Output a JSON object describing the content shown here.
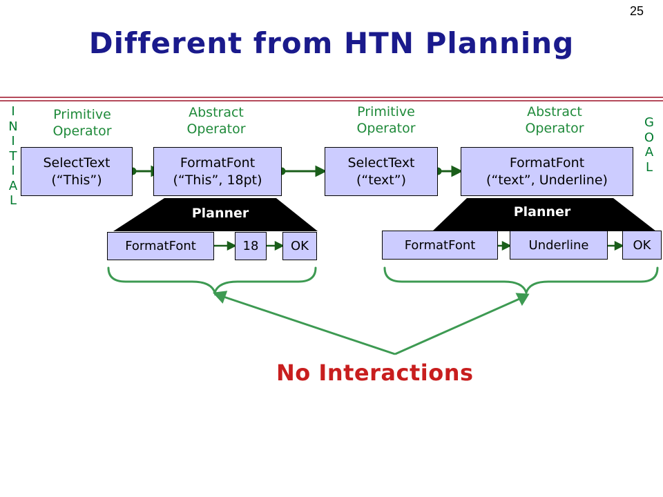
{
  "page_number": "25",
  "title": "Different from HTN Planning",
  "initial_letters": [
    "I",
    "N",
    "I",
    "T",
    "I",
    "A",
    "L"
  ],
  "goal_letters": [
    "G",
    "O",
    "A",
    "L"
  ],
  "labels": [
    {
      "line1": "Primitive",
      "line2": "Operator"
    },
    {
      "line1": "Abstract",
      "line2": "Operator"
    },
    {
      "line1": "Primitive",
      "line2": "Operator"
    },
    {
      "line1": "Abstract",
      "line2": "Operator"
    }
  ],
  "operators": [
    {
      "line1": "SelectText",
      "line2": "(“This”)"
    },
    {
      "line1": "FormatFont",
      "line2": "(“This”, 18pt)"
    },
    {
      "line1": "SelectText",
      "line2": "(“text”)"
    },
    {
      "line1": "FormatFont",
      "line2": "(“text”, Underline)"
    }
  ],
  "planners": [
    {
      "label": "Planner",
      "steps": [
        "FormatFont",
        "18",
        "OK"
      ]
    },
    {
      "label": "Planner",
      "steps": [
        "FormatFont",
        "Underline",
        "OK"
      ]
    }
  ],
  "conclusion": "No Interactions",
  "colors": {
    "title": "#1a1a8c",
    "label_green": "#1f8a3a",
    "box_fill": "#ccccff",
    "connector": "#1a5e1a",
    "brace": "#3d9a52",
    "conclusion": "#c81e1e",
    "rule": "#b4495a"
  }
}
